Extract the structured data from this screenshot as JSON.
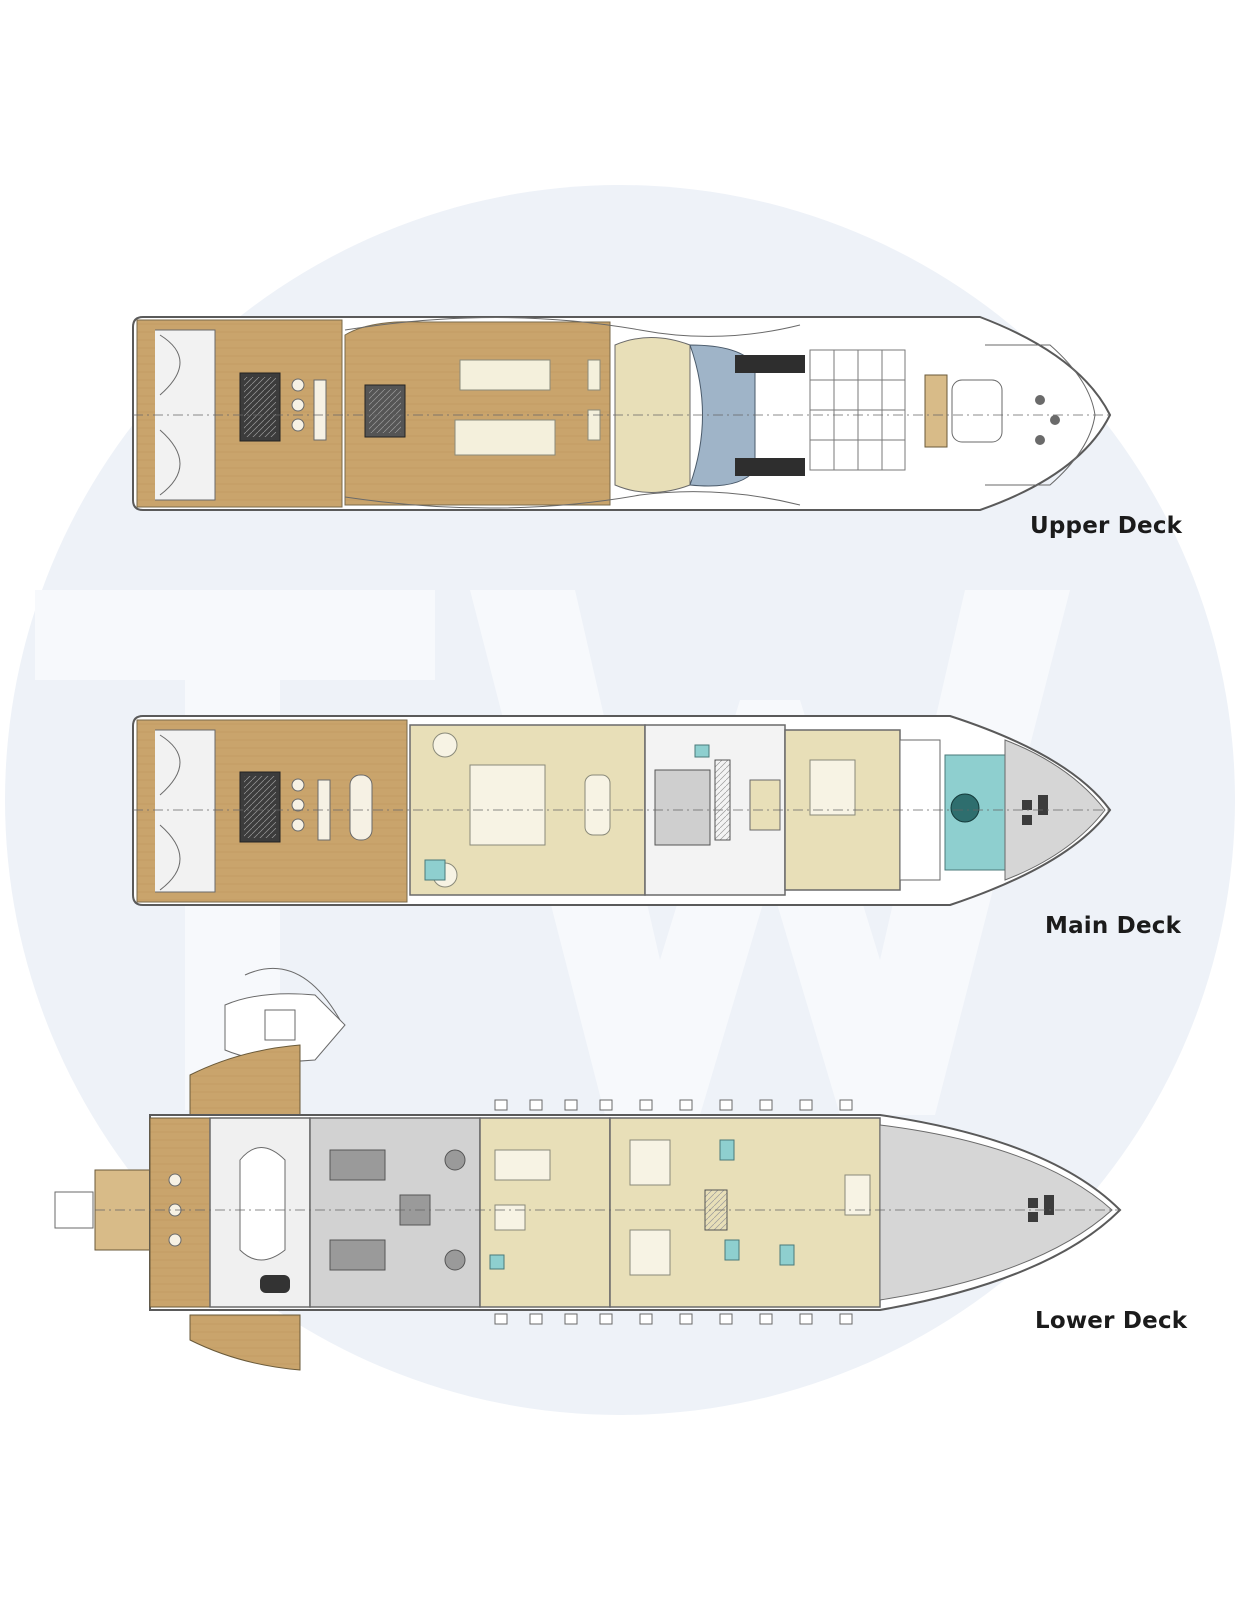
{
  "watermark": {
    "letters": "TW",
    "color": "#eef2f8"
  },
  "colors": {
    "teak": "#c9a46c",
    "teak_light": "#d8bb88",
    "interior": "#e8dfb8",
    "hull_outline": "#5a5a5a",
    "glass": "#9fb4c8",
    "wet_area": "#8ecfcf",
    "machinery": "#cfcfcf",
    "dark_hatch": "#3c3c3c"
  },
  "decks": [
    {
      "id": "upper",
      "label": "Upper Deck"
    },
    {
      "id": "main",
      "label": "Main Deck"
    },
    {
      "id": "lower",
      "label": "Lower Deck"
    }
  ]
}
